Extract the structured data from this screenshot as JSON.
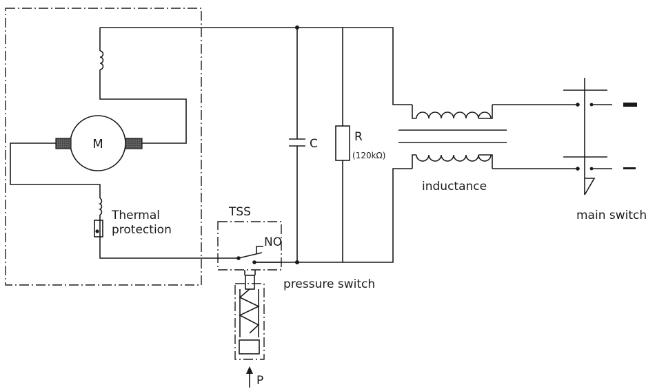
{
  "labels": {
    "motor": "M",
    "thermal_line1": "Thermal",
    "thermal_line2": "protection",
    "tss": "TSS",
    "no": "NO",
    "capacitor": "C",
    "resistor": "R",
    "resistor_value": "(120kΩ)",
    "inductance": "inductance",
    "main_switch": "main switch",
    "pressure_switch": "pressure switch",
    "pressure": "P"
  },
  "colors": {
    "line": "#1a1a1a",
    "brush_fill": "#555555",
    "background": "#ffffff"
  }
}
